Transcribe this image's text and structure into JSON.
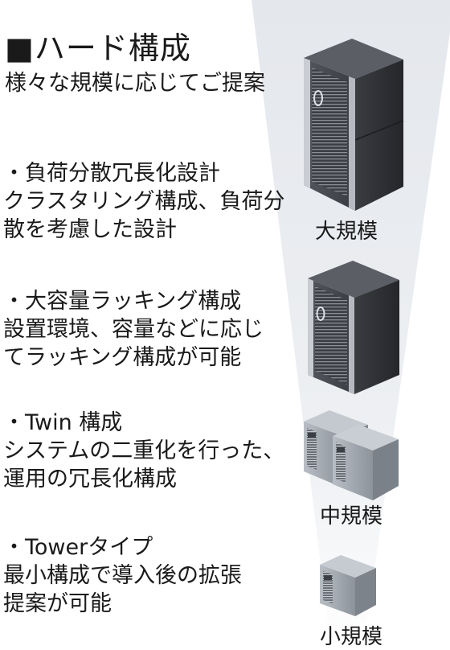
{
  "header": {
    "title": "■ハード構成",
    "subtitle": "様々な規模に応じてご提案"
  },
  "features": [
    {
      "heading": "・負荷分散冗長化設計",
      "lines": [
        "クラスタリング構成、負荷分",
        "散を考慮した設計"
      ]
    },
    {
      "heading": "・大容量ラッキング構成",
      "lines": [
        "設置環境、容量などに応じ",
        "てラッキング構成が可能"
      ]
    },
    {
      "heading": "・Twin 構成",
      "lines": [
        "システムの二重化を行った、",
        "運用の冗長化構成"
      ]
    },
    {
      "heading": "・Towerタイプ",
      "lines": [
        "最小構成で導入後の拡張",
        "提案が可能"
      ]
    }
  ],
  "scales": {
    "large": "大規模",
    "medium": "中規模",
    "small": "小規模"
  },
  "colors": {
    "rack_dark": "#3c3e44",
    "rack_side": "#2a2c30",
    "tower_light": "#9aa1a9",
    "beam": "#e9ebef"
  }
}
